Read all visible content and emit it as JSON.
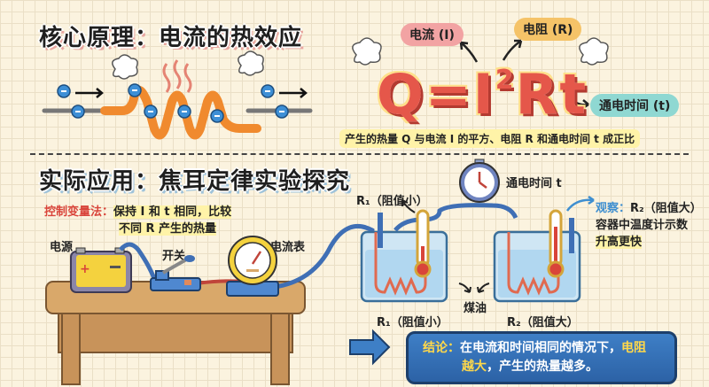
{
  "section1": {
    "title": "核心原理：电流的热效应"
  },
  "formula": {
    "text_q": "Q",
    "text_eq": "=",
    "text_i": "I",
    "text_exp": "2",
    "text_rt": "Rt",
    "label_current": "电流 (I)",
    "label_resistance": "电阻 (R)",
    "label_time": "通电时间 (t)",
    "description": "产生的热量 Q 与电流 I 的平方、电阻 R 和通电时间 t 成正比",
    "colors": {
      "current_pill": "#f2a3a3",
      "resistance_pill": "#f5c368",
      "time_pill": "#8fd8d2",
      "formula": "#e5574a"
    }
  },
  "section2": {
    "title": "实际应用：焦耳定律实验探究",
    "method_label": "控制变量法：",
    "method_text_line1": "保持 I 和 t 相同，比较",
    "method_text_line2": "不同 R 产生的热量",
    "apparatus": {
      "power_source": "电源",
      "switch": "开关",
      "ammeter": "电流表",
      "timer": "通电时间 t",
      "r1_top": "R₁（阻值小）",
      "r1_bottom": "R₁（阻值小）",
      "r2_bottom": "R₂（阻值大）",
      "kerosene": "煤油"
    },
    "observation": {
      "label": "观察：",
      "line1": "R₂（阻值大）",
      "line2": "容器中温度计示数",
      "line3": "升高更快"
    },
    "conclusion": {
      "label": "结论：",
      "text1": "在电流和时间相同的情况下，",
      "highlight1": "电阻",
      "highlight2": "越大",
      "text2": "，产生的热量越多。"
    }
  }
}
